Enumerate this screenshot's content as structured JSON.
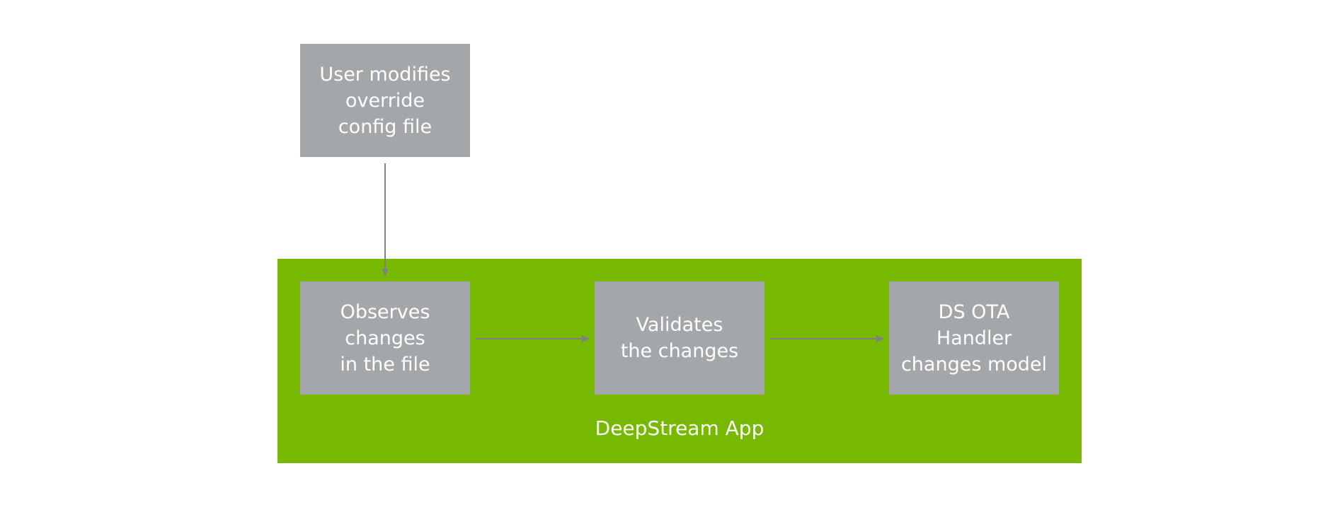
{
  "diagram": {
    "colors": {
      "container": "#76b900",
      "box": "#a4a7a9",
      "text": "#ffffff",
      "arrow": "#808080"
    },
    "user_box": {
      "lines": [
        "User modifies",
        "override",
        "config file"
      ]
    },
    "observe_box": {
      "lines": [
        "Observes",
        "changes",
        "in the file"
      ]
    },
    "validate_box": {
      "lines": [
        "Validates",
        "the changes"
      ]
    },
    "handler_box": {
      "lines": [
        "DS OTA",
        "Handler",
        "changes model"
      ]
    },
    "container_label": "DeepStream App"
  }
}
